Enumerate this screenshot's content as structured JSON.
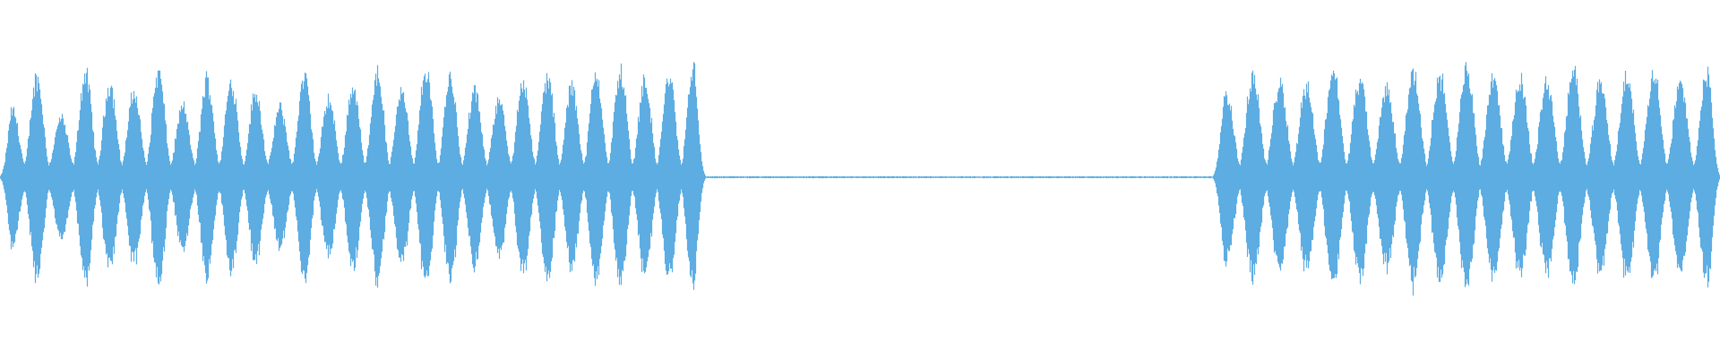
{
  "waveform": {
    "color": "#5dade2",
    "background": "#ffffff",
    "segments": [
      {
        "kind": "active",
        "start": 0.0,
        "end": 0.41
      },
      {
        "kind": "silence",
        "start": 0.41,
        "end": 0.705
      },
      {
        "kind": "active",
        "start": 0.705,
        "end": 1.0
      }
    ],
    "peaks_left": [
      0.62,
      0.92,
      0.55,
      0.95,
      0.86,
      0.78,
      0.97,
      0.65,
      0.9,
      0.88,
      0.78,
      0.64,
      0.93,
      0.72,
      0.84,
      0.97,
      0.82,
      0.99,
      0.93,
      0.8,
      0.72,
      0.9,
      0.93,
      0.84,
      0.96,
      0.98,
      0.9,
      0.93,
      0.99
    ],
    "peaks_right": [
      0.78,
      0.92,
      0.88,
      0.85,
      0.99,
      0.9,
      0.82,
      0.97,
      0.95,
      1.0,
      0.93,
      0.9,
      0.88,
      0.96,
      0.85,
      0.92,
      0.97,
      0.86,
      0.94
    ]
  }
}
